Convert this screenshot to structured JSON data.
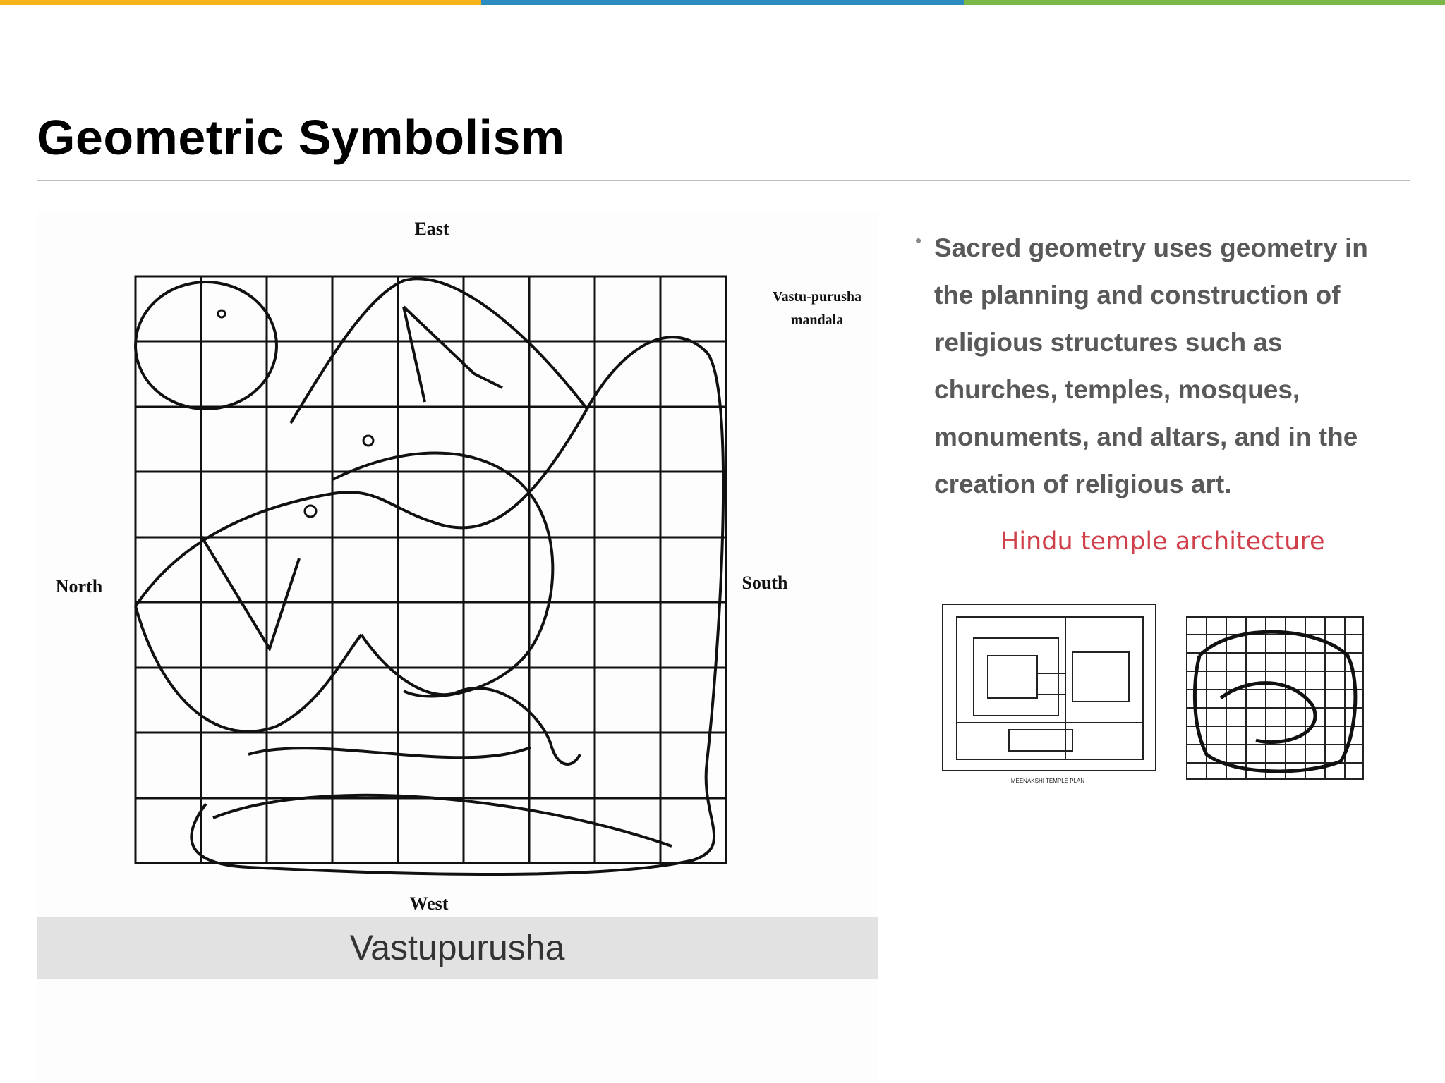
{
  "theme": {
    "bar_colors": [
      "#f6b21b",
      "#2c8bbf",
      "#7ab648"
    ],
    "title_color": "#000000",
    "text_color": "#595959",
    "caption_red": "#d0404a"
  },
  "slide": {
    "title": "Geometric Symbolism",
    "bullet": "Sacred geometry uses geometry in the planning and construction of religious structures such as churches, temples, mosques, monuments, and altars, and in the creation of religious art.",
    "bullet_icon": "bullet-dot"
  },
  "mandala": {
    "directions": {
      "east": "East",
      "west": "West",
      "north": "North",
      "south": "South"
    },
    "side_label_line1": "Vastu-purusha",
    "side_label_line2": "mandala",
    "caption": "Vastupurusha"
  },
  "plans": {
    "caption": "Hindu temple architecture",
    "left_plan_label": "MEENAKSHI TEMPLE PLAN"
  }
}
